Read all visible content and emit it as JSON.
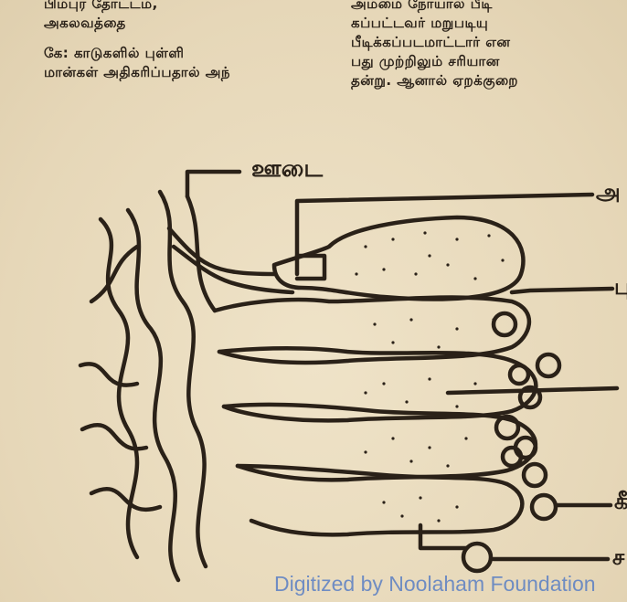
{
  "left_column": {
    "lines": [
      "பிம்புர தோட்டம்,",
      "அகலவத்தை",
      "கே: காடுகளில் புள்ளி",
      "மான்கள் அதிகரிப்பதால் அந்"
    ]
  },
  "right_column": {
    "lines": [
      "அம்மை நோயால் பீடி",
      "கப்பட்டவர் மறுபடியு",
      "பீடிக்கப்படமாட்டார் என",
      "பது முற்றிலும் சரியான",
      "தன்று. ஆனால் ஏறக்குறை"
    ]
  },
  "figure": {
    "top_label": "ஊடை",
    "right_labels": [
      "அ",
      "பு",
      "",
      "கீ",
      "ச"
    ]
  },
  "watermark": "Digitized by Noolaham Foundation"
}
